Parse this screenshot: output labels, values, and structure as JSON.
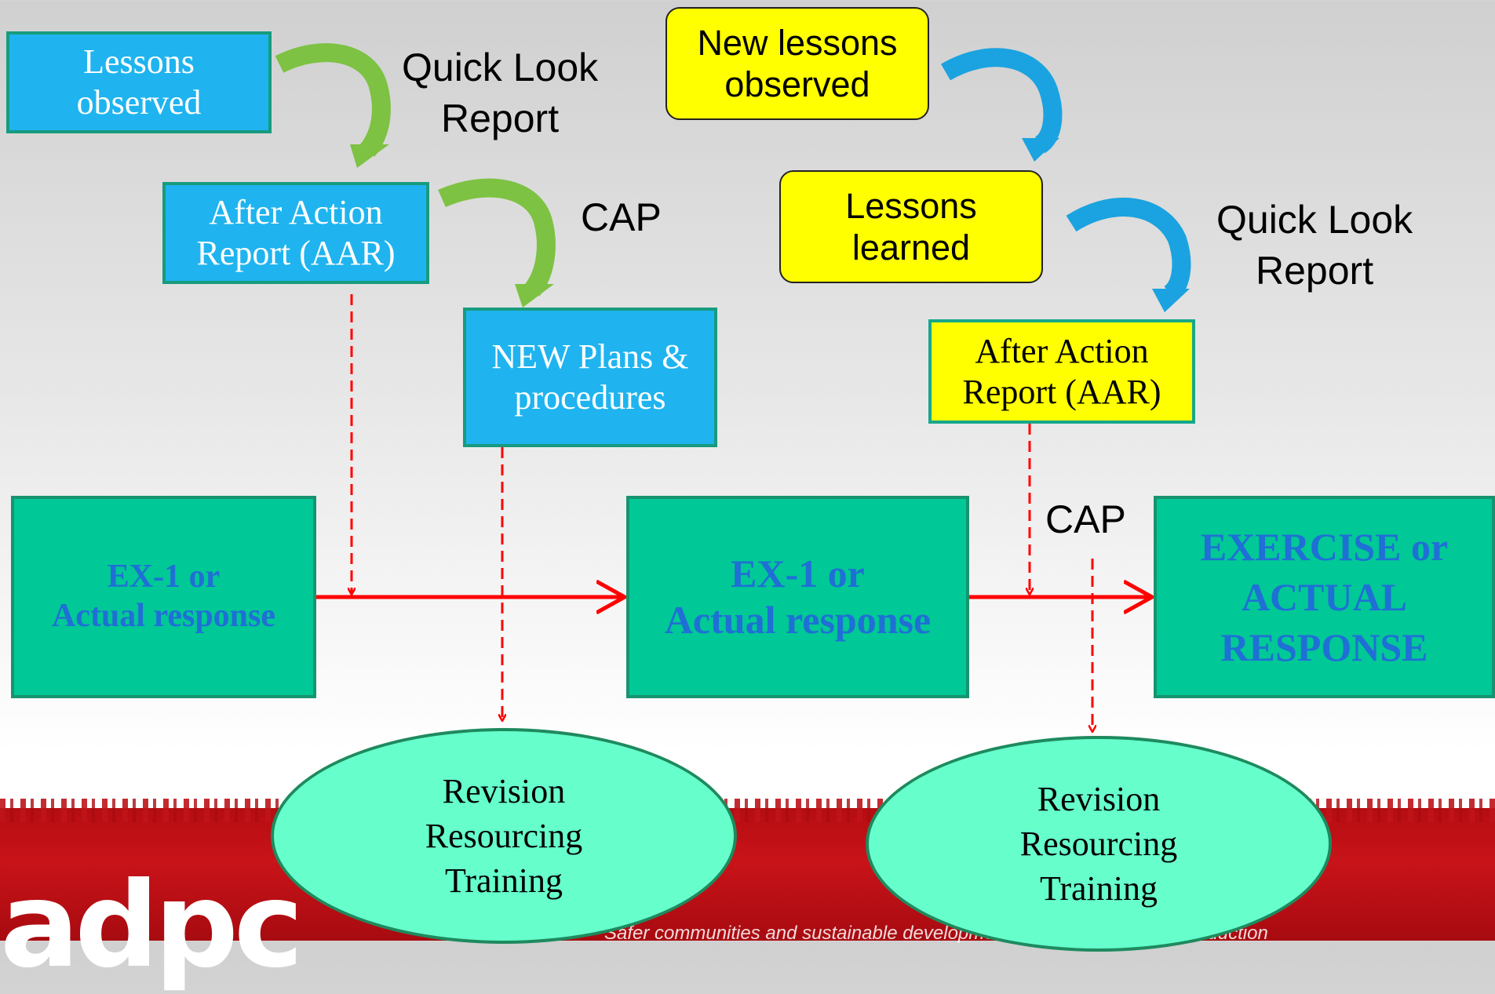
{
  "boxes": {
    "lessons_observed": [
      "Lessons",
      "observed"
    ],
    "aar_left": [
      "After Action",
      "Report (AAR)"
    ],
    "new_plans": [
      "NEW Plans &",
      "procedures"
    ],
    "new_lessons_observed": [
      "New lessons",
      "observed"
    ],
    "lessons_learned": [
      "Lessons",
      "learned"
    ],
    "aar_right": [
      "After Action",
      "Report (AAR)"
    ],
    "ex1_left": [
      "EX-1 or",
      "Actual response"
    ],
    "ex1_mid": [
      "EX-1 or",
      "Actual response"
    ],
    "exercise_right": [
      "EXERCISE or",
      "ACTUAL",
      "RESPONSE"
    ],
    "revision_left": [
      "Revision",
      "Resourcing",
      "Training"
    ],
    "revision_right": [
      "Revision",
      "Resourcing",
      "Training"
    ]
  },
  "labels": {
    "quick_look_left": [
      "Quick Look",
      "Report"
    ],
    "cap_left": "CAP",
    "quick_look_right": [
      "Quick Look",
      "Report"
    ],
    "cap_right": "CAP"
  },
  "footer": {
    "logo": "adpc",
    "tagline": "Safer communities and sustainable development through disaster risk reduction"
  },
  "colors": {
    "blue_box": "#1fb4ef",
    "yellow_box": "#ffff00",
    "green_box": "#00c896",
    "ellipse": "#66ffcc",
    "red_arrow": "#ff0000",
    "green_curved_arrow": "#7dc242",
    "blue_curved_arrow": "#1aa3e0",
    "footer_band": "#c81319"
  }
}
